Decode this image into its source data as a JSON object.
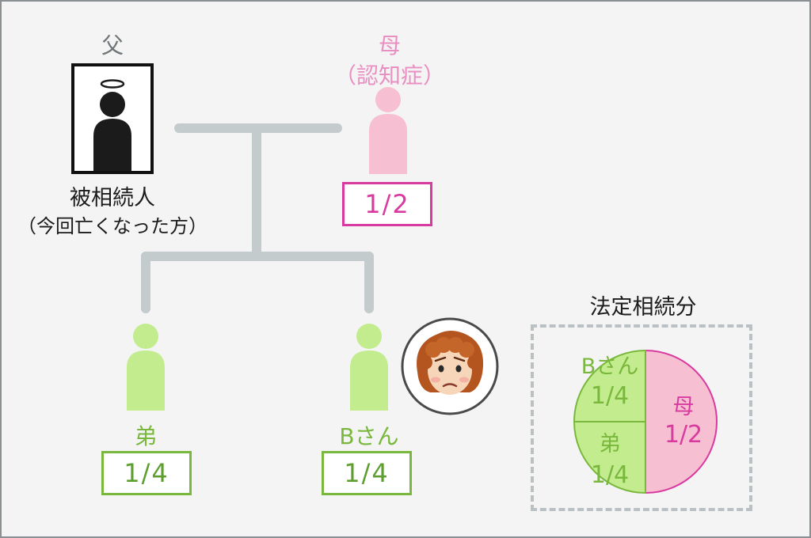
{
  "colors": {
    "frame": "#8a8f92",
    "background": "#f4f4f4",
    "connector": "#c4cbcc",
    "deceased_figure": "#1b1b1b",
    "mother": "#f6bfd2",
    "mother_accent": "#d83aa0",
    "child": "#c3ec8e",
    "child_accent": "#79b83c",
    "dashed_border": "#b9c1c4"
  },
  "father": {
    "relation": "父",
    "role": "被相続人",
    "note": "（今回亡くなった方）",
    "icon": "halo-person-icon"
  },
  "mother": {
    "relation": "母",
    "condition": "（認知症）",
    "share": "1/2",
    "icon": "person-icon"
  },
  "brother": {
    "relation": "弟",
    "share": "1/4",
    "icon": "person-icon"
  },
  "b_san": {
    "relation": "Bさん",
    "share": "1/4",
    "icon": "person-icon",
    "face_icon": "worried-woman-face-icon"
  },
  "legal_share": {
    "title": "法定相続分",
    "chart_data": {
      "type": "pie",
      "slices": [
        {
          "label": "母",
          "value_text": "1/2",
          "value": 0.5
        },
        {
          "label": "Bさん",
          "value_text": "1/4",
          "value": 0.25
        },
        {
          "label": "弟",
          "value_text": "1/4",
          "value": 0.25
        }
      ]
    }
  }
}
